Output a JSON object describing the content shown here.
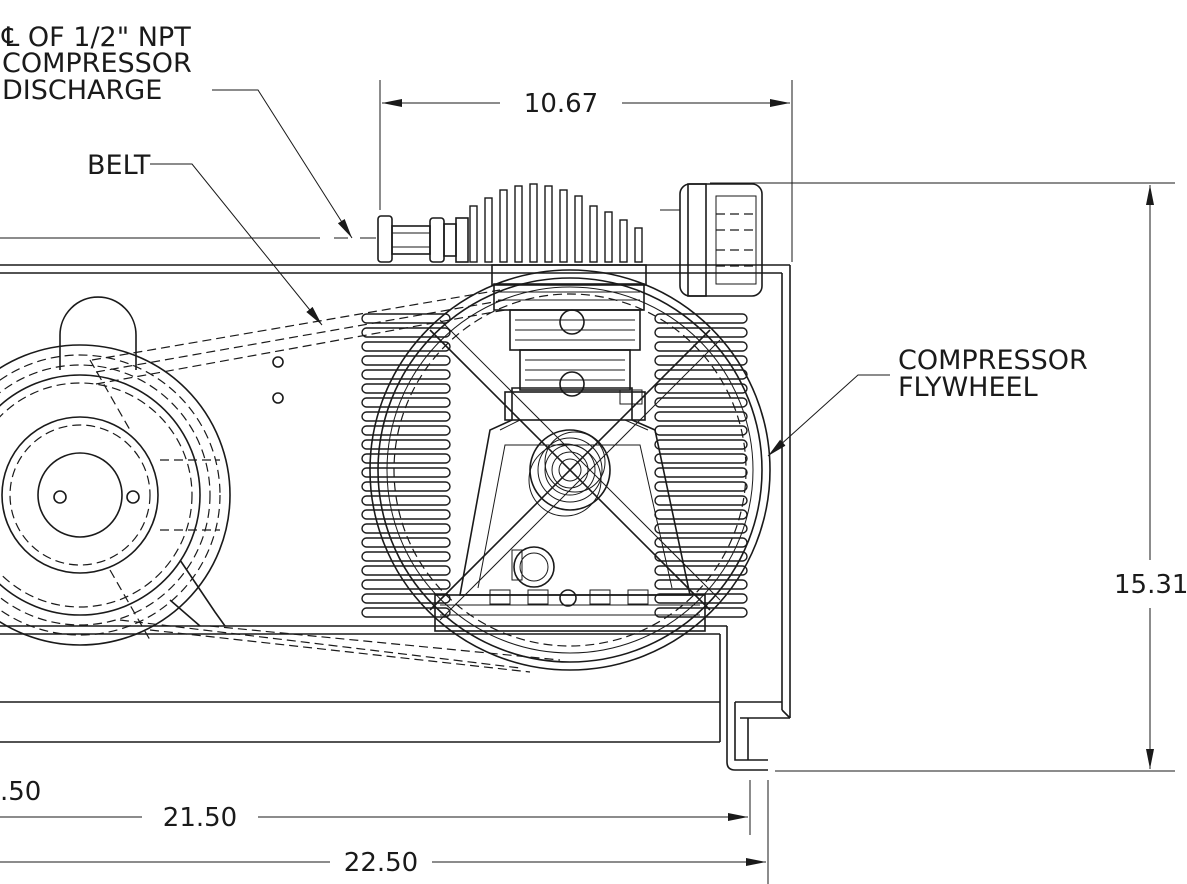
{
  "callouts": {
    "discharge": [
      "℄ OF 1/2\" NPT",
      "COMPRESSOR",
      "DISCHARGE"
    ],
    "belt": "BELT",
    "flywheel": [
      "COMPRESSOR",
      "FLYWHEEL"
    ]
  },
  "dimensions": {
    "width_top": "10.67",
    "height_right": "15.31",
    "left_partial": ".50",
    "bottom_1": "21.50",
    "bottom_2": "22.50"
  }
}
